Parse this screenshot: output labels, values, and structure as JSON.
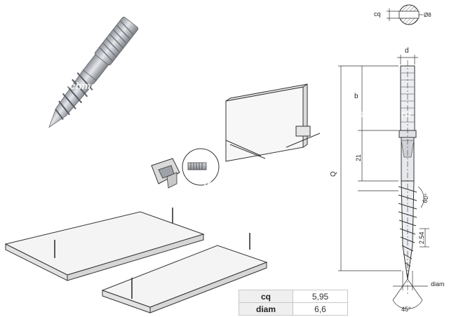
{
  "watermark": "techmeb.ru",
  "labels": {
    "cq": "cq",
    "diam_b": "Ø8",
    "d": "d",
    "b": "b",
    "len_21": "21",
    "q": "Q",
    "angle_60": "60°",
    "pitch": "2.54",
    "diam": "diam",
    "angle_45": "45°"
  },
  "table": [
    {
      "key": "cq",
      "value": "5,95"
    },
    {
      "key": "diam",
      "value": "6,6"
    }
  ],
  "colors": {
    "line": "#333333",
    "metal": "#b9bcc2",
    "panel": "#f4f4f4"
  }
}
